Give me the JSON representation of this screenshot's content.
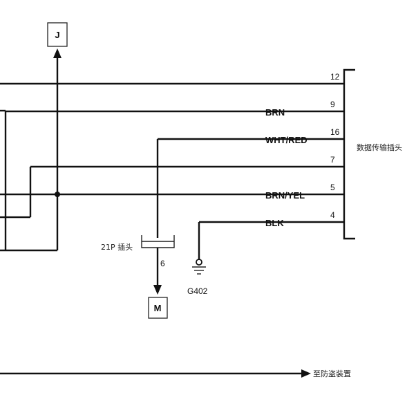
{
  "connectors": {
    "j_label": "J",
    "m_label": "M",
    "data_link_label": "数据传输插头",
    "connector_21p_label": "21P 插头",
    "ground_label": "G402",
    "immobilizer_label": "至防盗装置"
  },
  "wires": [
    {
      "pin": "12",
      "color": ""
    },
    {
      "pin": "9",
      "color": "BRN"
    },
    {
      "pin": "16",
      "color": "WHT/RED"
    },
    {
      "pin": "7",
      "color": ""
    },
    {
      "pin": "5",
      "color": "BRN/YEL"
    },
    {
      "pin": "4",
      "color": "BLK"
    }
  ],
  "pin_21p": "6"
}
